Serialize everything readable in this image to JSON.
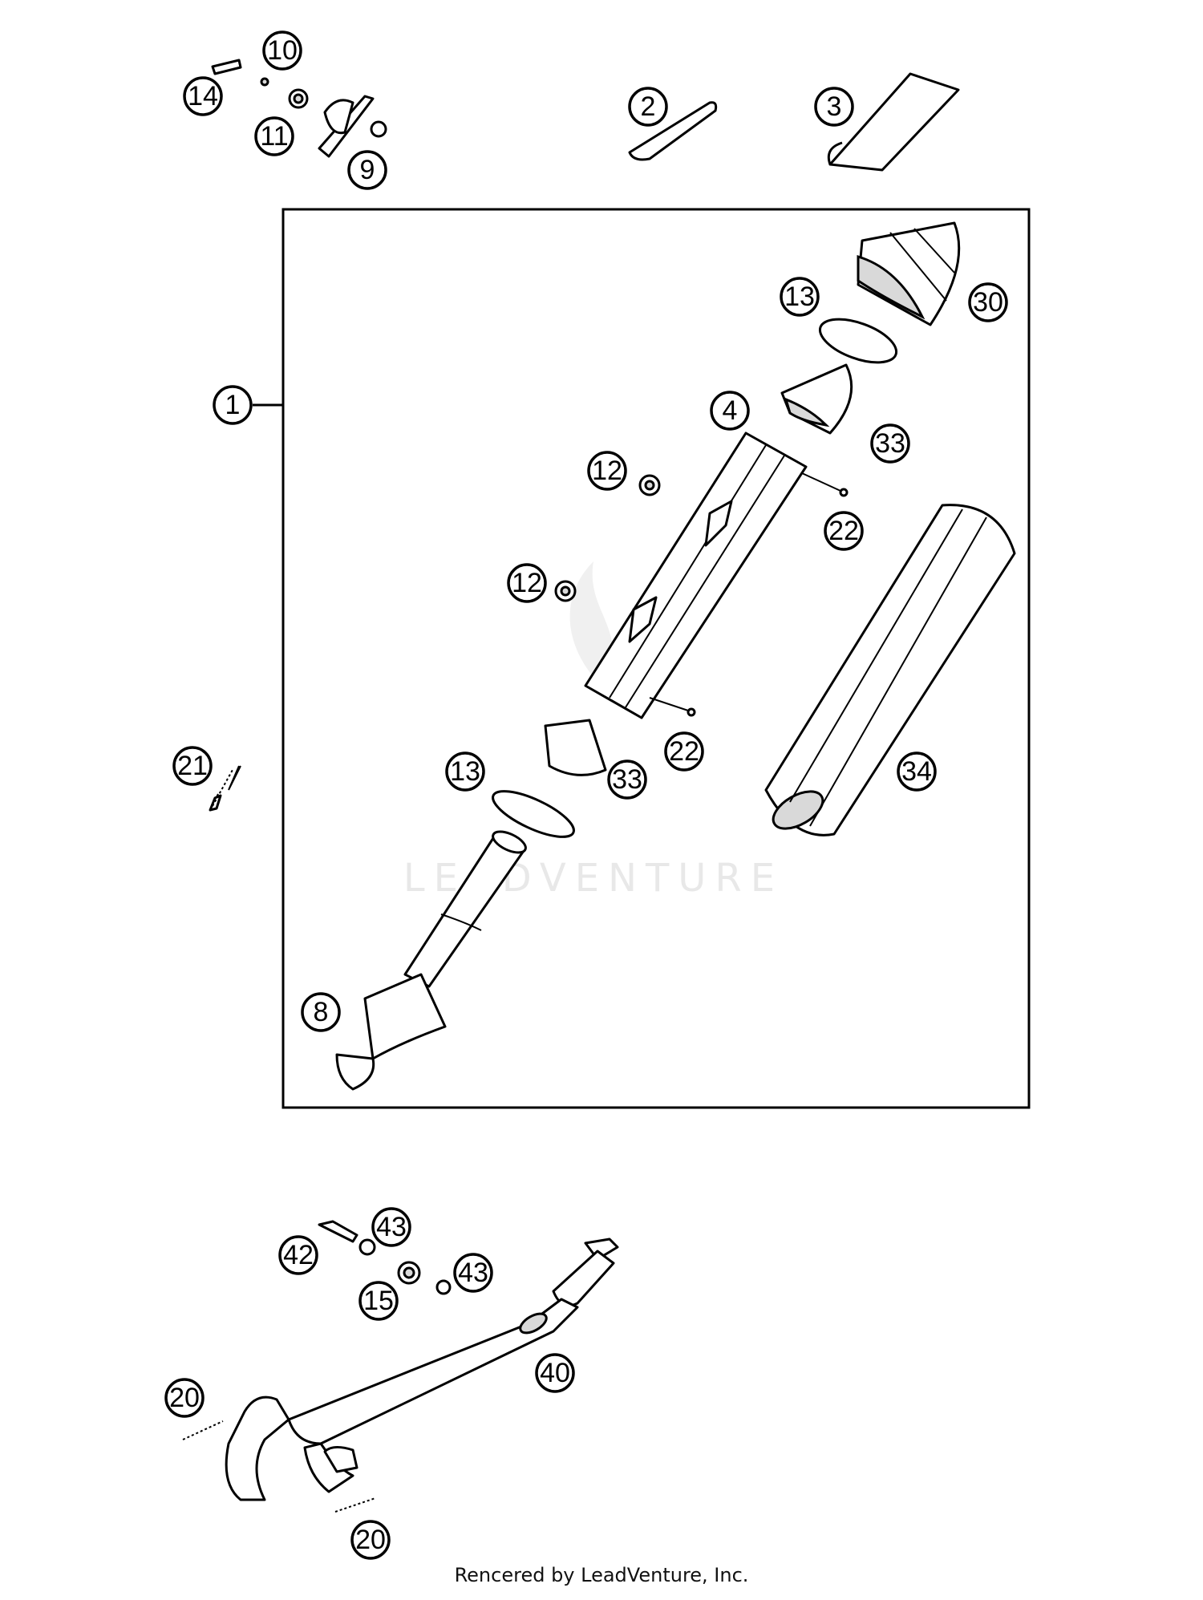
{
  "callouts": {
    "c1": "1",
    "c2": "2",
    "c3": "3",
    "c4": "4",
    "c8": "8",
    "c9": "9",
    "c10": "10",
    "c11": "11",
    "c12a": "12",
    "c12b": "12",
    "c13a": "13",
    "c13b": "13",
    "c14": "14",
    "c15": "15",
    "c20a": "20",
    "c20b": "20",
    "c21": "21",
    "c22a": "22",
    "c22b": "22",
    "c30": "30",
    "c33a": "33",
    "c33b": "33",
    "c34": "34",
    "c40": "40",
    "c42": "42",
    "c43a": "43",
    "c43b": "43"
  },
  "watermark": "LEADVENTURE",
  "footer": "Rencered by LeadVenture, Inc.",
  "colors": {
    "line": "#000000",
    "background": "#ffffff",
    "watermark": "#e8e8e8"
  }
}
